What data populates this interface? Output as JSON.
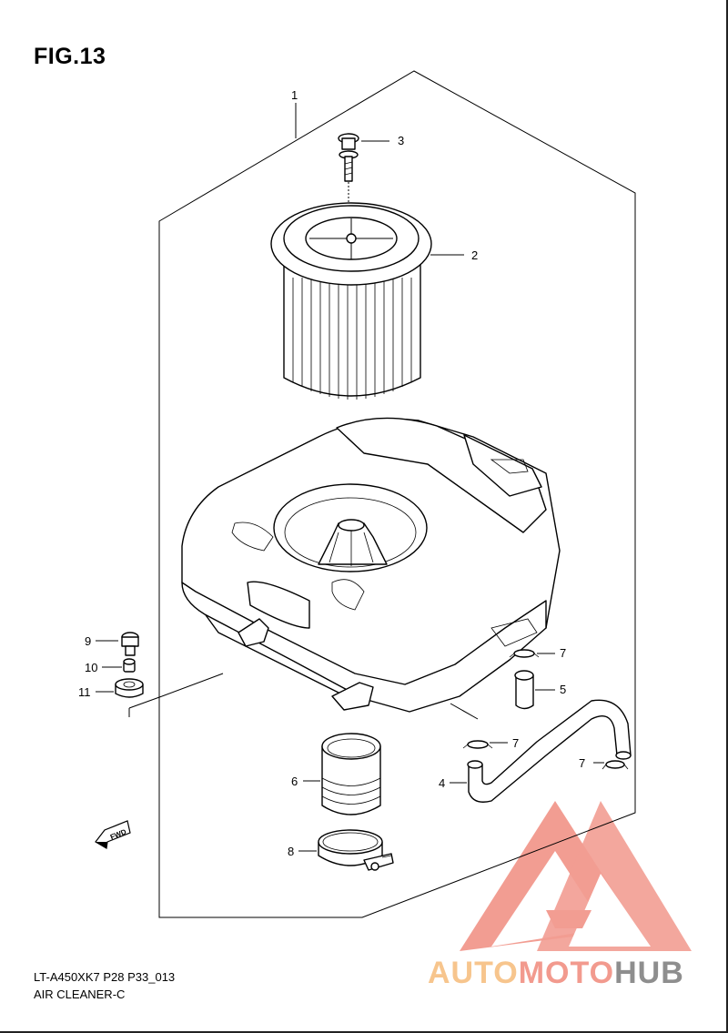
{
  "figure": {
    "title": "FIG.13",
    "model": "LT-A450XK7 P28 P33_013",
    "name": "AIR CLEANER-C"
  },
  "callouts": [
    "1",
    "2",
    "3",
    "4",
    "5",
    "6",
    "7",
    "7",
    "7",
    "8",
    "9",
    "10",
    "11"
  ],
  "fwd_label": "FWD",
  "watermark": {
    "part1": "AUTO",
    "part2": "MOTO",
    "part3": "HUB",
    "colors": {
      "part1": "#f7c58d",
      "part2": "#f29a8e",
      "part3": "#8e8e8e",
      "logo": "#f08c80"
    }
  }
}
